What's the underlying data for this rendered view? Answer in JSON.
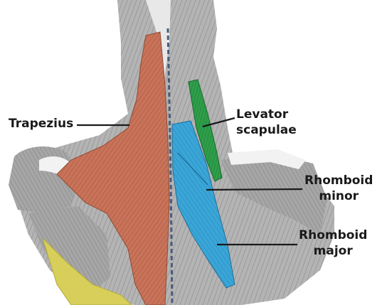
{
  "labels": {
    "trapezius": "Trapezius",
    "levator_line1": "Levator",
    "levator_line2": "scapulae",
    "rhomboid_minor_line1": "Rhomboid",
    "rhomboid_minor_line2": "minor",
    "rhomboid_major_line1": "Rhomboid",
    "rhomboid_major_line2": "major"
  },
  "colors": {
    "trapezius": "#c8735a",
    "levator_scapulae": "#2e9e4a",
    "rhomboids": "#3aa6d8",
    "latissimus": "#d8cf5a",
    "muscle_gray": "#a9a9a9",
    "leader_line": "#1a1a1a"
  }
}
